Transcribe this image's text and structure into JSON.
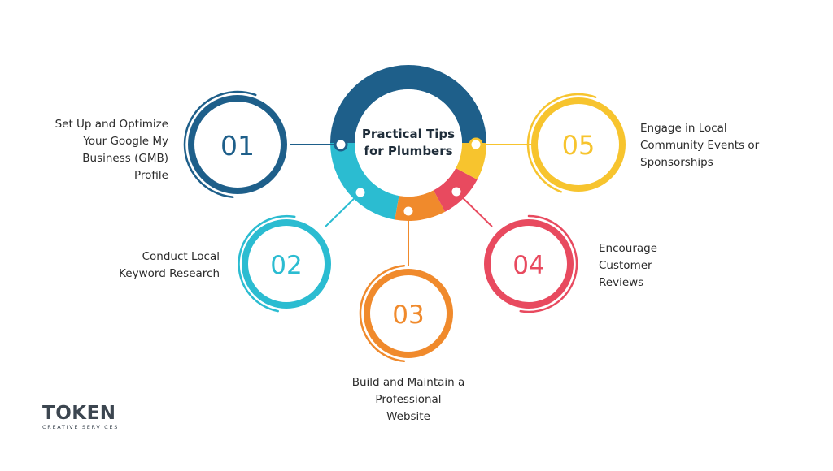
{
  "center": {
    "line1": "Practical Tips",
    "line2": "for Plumbers"
  },
  "colors": {
    "dark_blue": "#1e5f8a",
    "cyan": "#2bbcd1",
    "orange": "#f08a2c",
    "red": "#e84a5f",
    "yellow": "#f7c42e"
  },
  "steps": [
    {
      "number": "01",
      "color": "#1e5f8a",
      "lines": [
        "Set Up and Optimize",
        "Your Google My",
        "Business (GMB)",
        "Profile"
      ]
    },
    {
      "number": "02",
      "color": "#2bbcd1",
      "lines": [
        "Conduct Local",
        "Keyword Research"
      ]
    },
    {
      "number": "03",
      "color": "#f08a2c",
      "lines": [
        "Build and Maintain a",
        "Professional",
        "Website"
      ]
    },
    {
      "number": "04",
      "color": "#e84a5f",
      "lines": [
        "Encourage",
        "Customer",
        "Reviews"
      ]
    },
    {
      "number": "05",
      "color": "#f7c42e",
      "lines": [
        "Engage in Local",
        "Community Events or",
        "Sponsorships"
      ]
    }
  ],
  "logo": {
    "name": "TOKEN",
    "tagline": "CREATIVE SERVICES"
  }
}
